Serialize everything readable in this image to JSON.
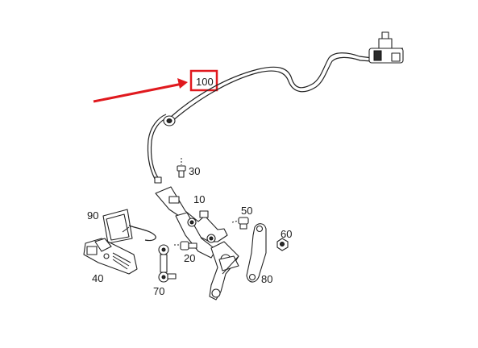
{
  "labels": {
    "p100": "100",
    "p30": "30",
    "p10": "10",
    "p90": "90",
    "p50": "50",
    "p60": "60",
    "p20": "20",
    "p40": "40",
    "p70": "70",
    "p80": "80"
  },
  "highlight": {
    "part": "100",
    "box_color": "#e0191e",
    "arrow_color": "#e0191e"
  }
}
